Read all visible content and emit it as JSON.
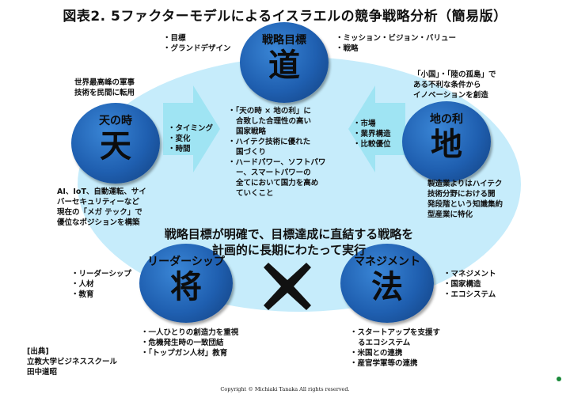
{
  "title": "図表2. 5ファクターモデルによるイスラエルの競争戦略分析（簡易版）",
  "factors": {
    "michi": {
      "label": "戦略目標",
      "kanji": "道"
    },
    "ten": {
      "label": "天の時",
      "kanji": "天"
    },
    "chi": {
      "label": "地の利",
      "kanji": "地"
    },
    "shou": {
      "label": "リーダーシップ",
      "kanji": "将"
    },
    "hou": {
      "label": "マネジメント",
      "kanji": "法"
    }
  },
  "michi_left_items": [
    "目標",
    "グランドデザイン"
  ],
  "michi_right_items": [
    "ミッション・ビジョン・バリュー",
    "戦略"
  ],
  "ten_note_top": [
    "世界最高峰の軍事",
    "技術を民間に転用"
  ],
  "ten_note_bottom": [
    "AI、IoT、自動運転、サイ",
    "バーセキュリティーなど",
    "現在の「メガ テック」で",
    "優位なポジションを構築"
  ],
  "chi_note_top": [
    "「小国」・「陸の孤島」で",
    "ある不利な条件から",
    "イノベーションを創造"
  ],
  "chi_note_bottom": [
    "製造業よりはハイテク",
    "技術分野における開",
    "発段階という知識集約",
    "型産業に特化"
  ],
  "left_arrow_items": [
    "タイミング",
    "変化",
    "時間"
  ],
  "right_arrow_items": [
    "市場",
    "業界構造",
    "比較優位"
  ],
  "center_items": [
    "「天の時 × 地の利」に",
    "合致した合理性の高い",
    "国家戦略",
    "ハイテク技術に優れた",
    "国づくり",
    "ハードパワー、ソフトパワ",
    "ー、スマートパワーの",
    "全てにおいて国力を高め",
    "ていくこと"
  ],
  "main_statement": [
    "戦略目標が明確で、目標達成に直結する戦略を",
    "計画的に長期にわたって実行"
  ],
  "shou_side_items": [
    "リーダーシップ",
    "人材",
    "教育"
  ],
  "hou_side_items": [
    "マネジメント",
    "国家構造",
    "エコシステム"
  ],
  "shou_bottom_items": [
    "一人ひとりの創造力を重視",
    "危機発生時の一致団結",
    "「トップガン人材」教育"
  ],
  "hou_bottom_items": [
    "スタートアップを支援す",
    "るエコシステム",
    "米国との連携",
    "産官学軍等の連携"
  ],
  "source": [
    "[出典]",
    "立教大学ビジネススクール",
    "田中道昭"
  ],
  "copyright": "Copyright © Michiaki Tanaka  All rights reserved.",
  "colors": {
    "circle": "#1f5fb0",
    "ellipse": "#c6ecfb",
    "arrow": "#9fe4f3"
  }
}
